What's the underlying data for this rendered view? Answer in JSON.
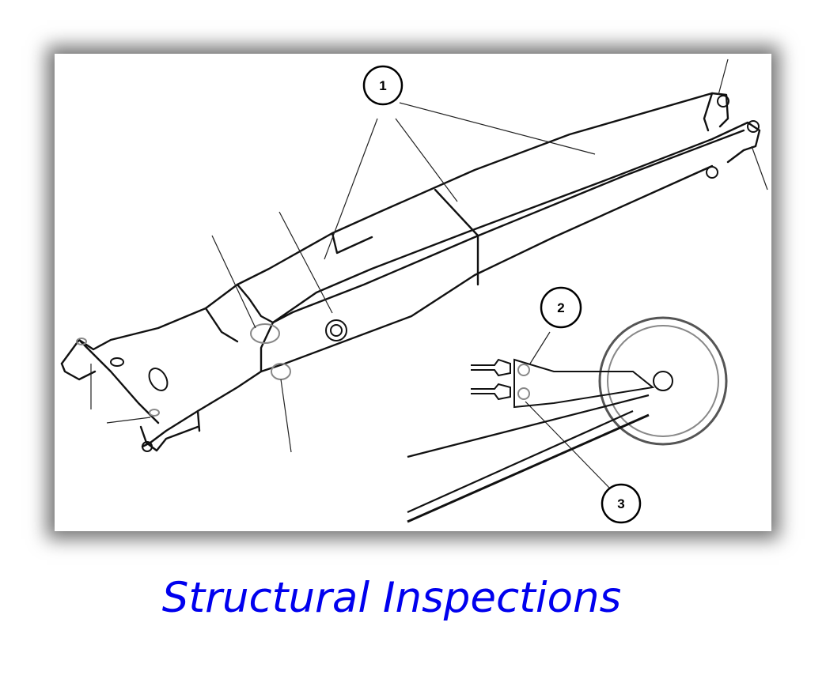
{
  "caption": "Structural Inspections",
  "callouts": [
    {
      "label": "1"
    },
    {
      "label": "2"
    },
    {
      "label": "3"
    }
  ]
}
